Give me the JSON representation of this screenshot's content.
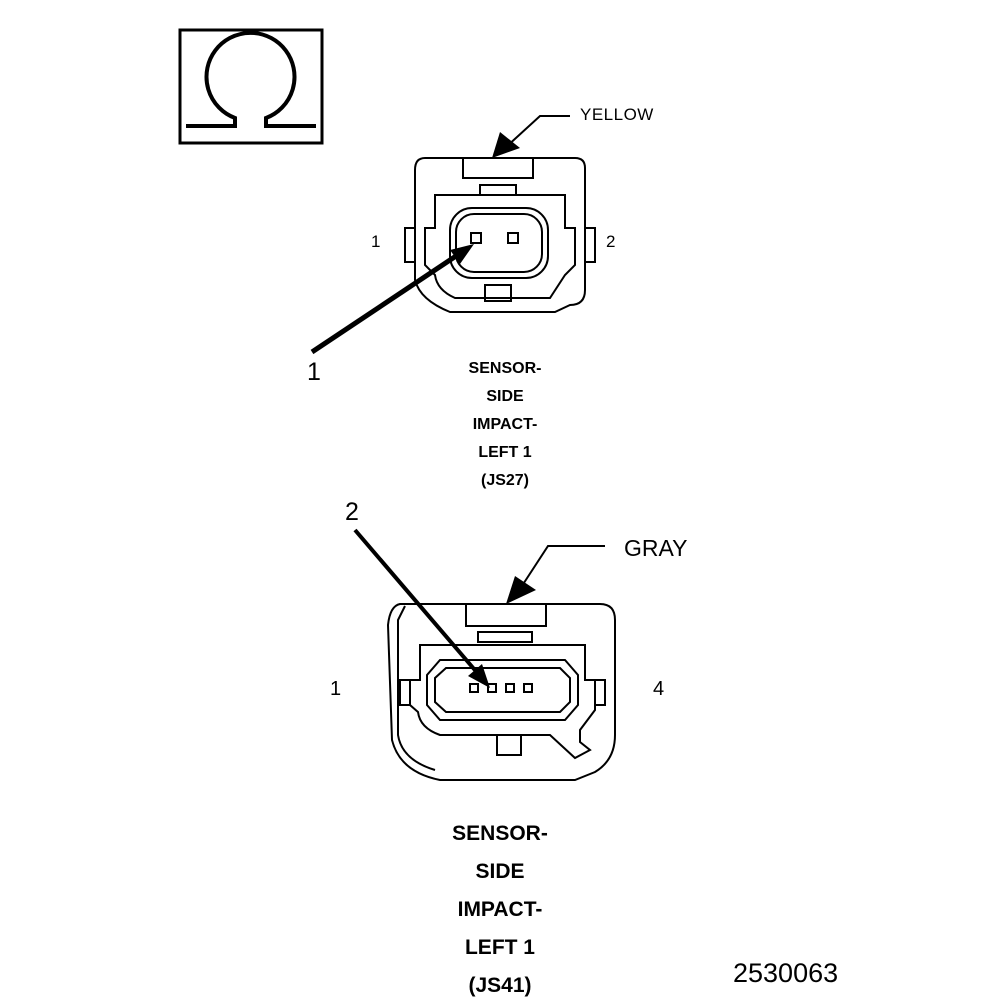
{
  "symbol": {
    "name": "ohm-meter-icon"
  },
  "connector_top": {
    "color": "YELLOW",
    "pin_left": "1",
    "pin_right": "2",
    "callout": "1",
    "caption": [
      "SENSOR-",
      "SIDE",
      "IMPACT-",
      "LEFT 1",
      "(JS27)"
    ]
  },
  "connector_bottom": {
    "color": "GRAY",
    "pin_left": "1",
    "pin_right": "4",
    "callout": "2",
    "caption": [
      "SENSOR-",
      "SIDE",
      "IMPACT-",
      "LEFT 1",
      "(JS41)"
    ]
  },
  "figure_number": "2530063"
}
